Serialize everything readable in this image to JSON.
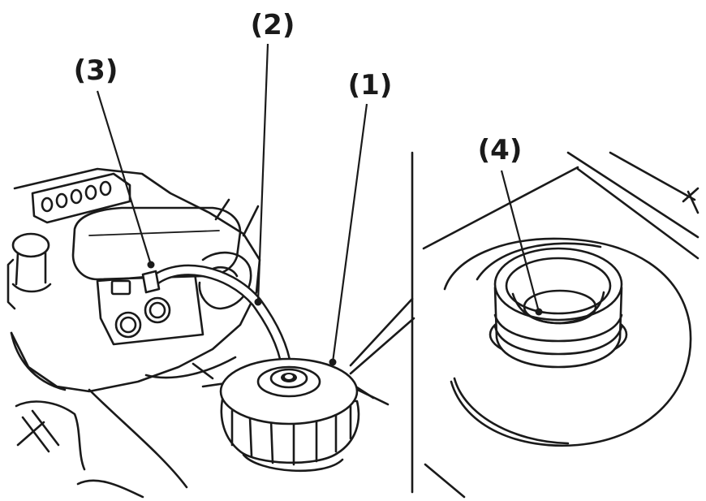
{
  "callouts": {
    "c1": "(1)",
    "c2": "(2)",
    "c3": "(3)",
    "c4": "(4)"
  },
  "colors": {
    "line": "#1a1a1a",
    "background": "#ffffff"
  }
}
